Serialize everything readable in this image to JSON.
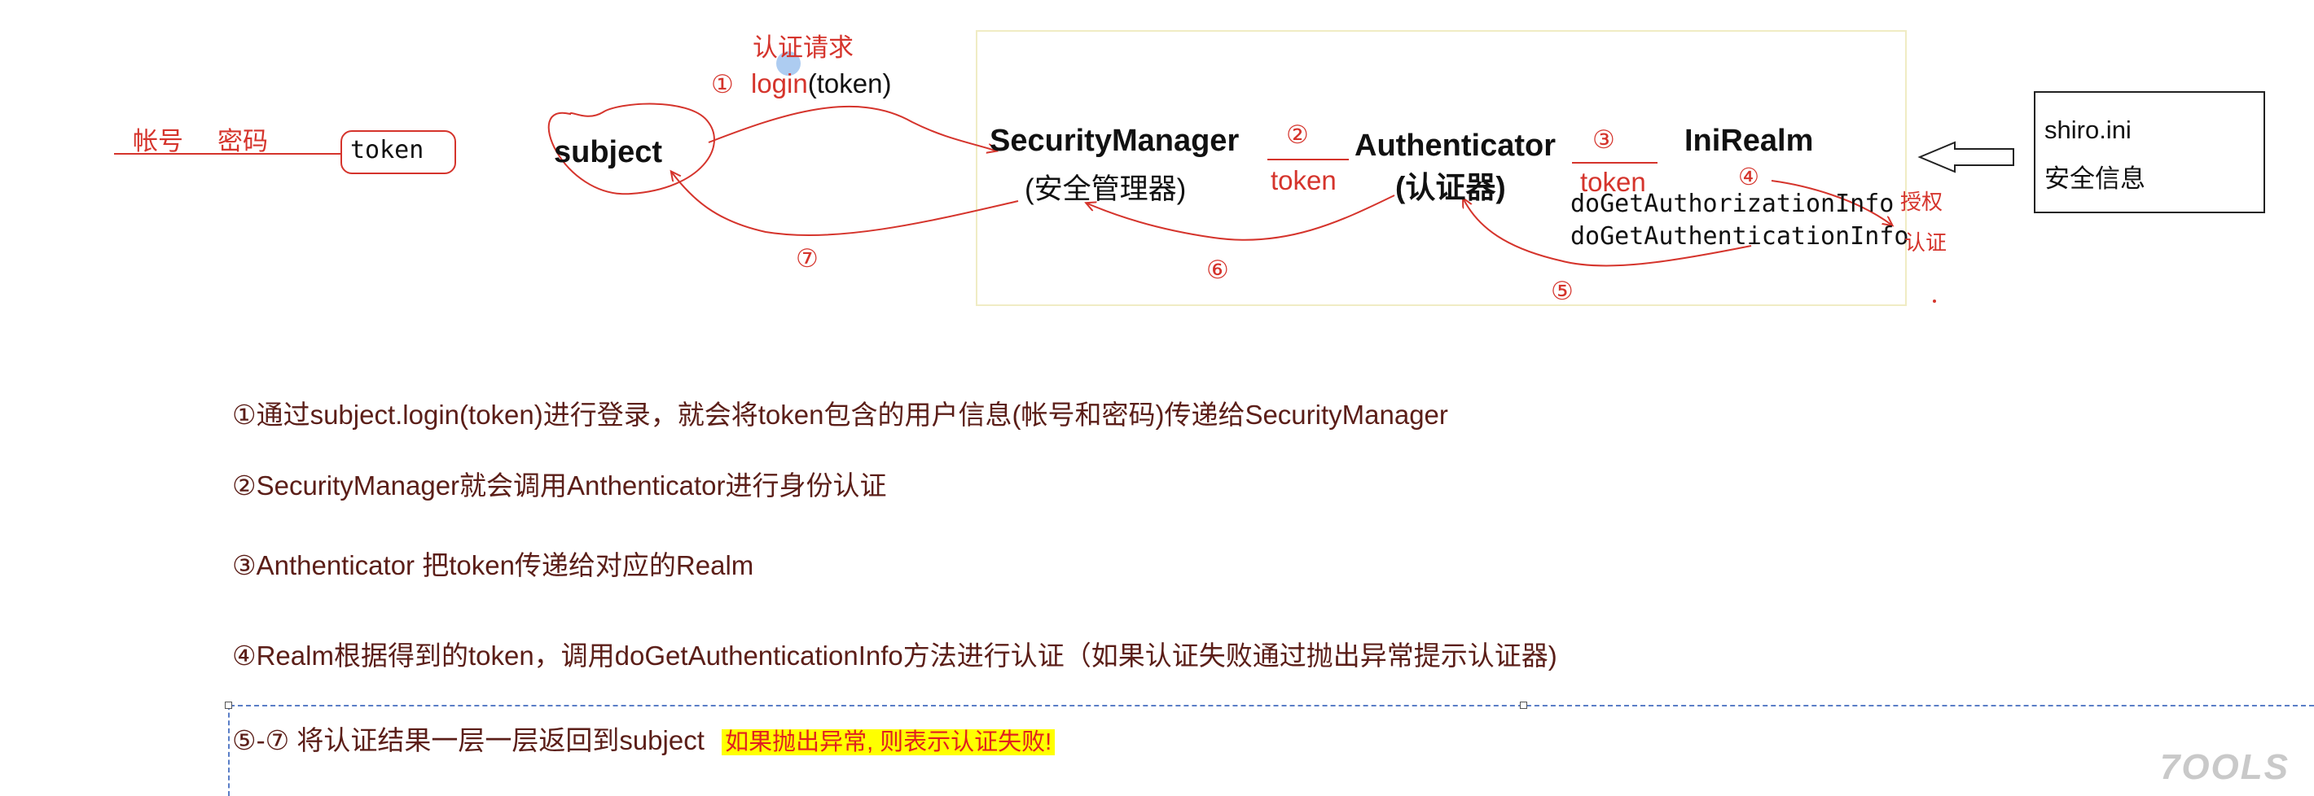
{
  "diagram": {
    "request_title": "认证请求",
    "login_call": "login",
    "login_arg": "(token)",
    "step1_marker": "①",
    "account_label": "帐号",
    "password_label": "密码",
    "token_box_label": "token",
    "subject_label": "subject",
    "security_manager_label": "SecurityManager",
    "security_manager_sub": "(安全管理器)",
    "step2_marker": "②",
    "step2_token": "token",
    "authenticator_label": "Authenticator",
    "authenticator_sub": "(认证器)",
    "step3_marker": "③",
    "step3_token": "token",
    "inirealm_label": "IniRealm",
    "step4_marker": "④",
    "method_authorization": "doGetAuthorizationInfo",
    "method_authentication": "doGetAuthenticationInfo",
    "authorize_label": "授权",
    "authenticate_label": "认证",
    "step5_marker": "⑤",
    "step6_marker": "⑥",
    "step7_marker": "⑦",
    "ini_file": "shiro.ini",
    "ini_info": "安全信息"
  },
  "notes": {
    "line1": "①通过subject.login(token)进行登录，就会将token包含的用户信息(帐号和密码)传递给SecurityManager",
    "line2": "②SecurityManager就会调用Anthenticator进行身份认证",
    "line3": "③Anthenticator 把token传递给对应的Realm",
    "line4": "④Realm根据得到的token，调用doGetAuthenticationInfo方法进行认证（如果认证失败通过抛出异常提示认证器)",
    "line5": "⑤-⑦ 将认证结果一层一层返回到subject",
    "line5_highlight": "如果抛出异常, 则表示认证失败!"
  },
  "watermark": "7OOLS",
  "colors": {
    "accent_red": "#d5342c",
    "text_dark_red": "#5b1e18",
    "highlight_yellow": "#ffff00",
    "frame_beige": "#f0ecc4"
  }
}
